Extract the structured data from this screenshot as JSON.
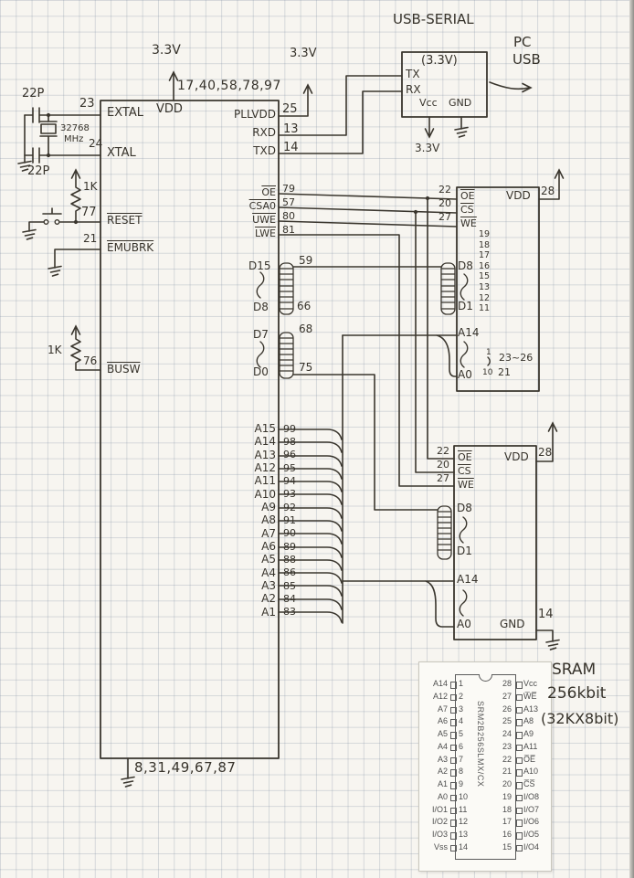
{
  "passives": {
    "cap_top": "22P",
    "cap_bot": "22P",
    "xtal_freq": "32768",
    "xtal_unit": "MHz",
    "reset_pullup": "1K",
    "busw_pullup": "1K"
  },
  "mcu": {
    "vdd_label": "VDD",
    "vdd_pins": "17,40,58,78,97",
    "vdd_rail": "3.3V",
    "gnd_pins": "8,31,49,67,87",
    "extal": {
      "num": "23",
      "label": "EXTAL"
    },
    "xtal": {
      "num": "24",
      "label": "XTAL"
    },
    "reset": {
      "num": "77",
      "label": "RESET"
    },
    "emubrk": {
      "num": "21",
      "label": "EMUBRK"
    },
    "busw": {
      "num": "76",
      "label": "BUSW"
    },
    "pllvdd": {
      "num": "25",
      "label": "PLLVDD",
      "rail": "3.3V"
    },
    "rxd": {
      "num": "13",
      "label": "RXD"
    },
    "txd": {
      "num": "14",
      "label": "TXD"
    },
    "oe": {
      "num": "79",
      "label": "OE"
    },
    "csa0": {
      "num": "57",
      "label": "CSA0"
    },
    "uwe": {
      "num": "80",
      "label": "UWE"
    },
    "lwe": {
      "num": "81",
      "label": "LWE"
    },
    "dhigh": {
      "top_label": "D15",
      "top_num": "59",
      "bot_label": "D8",
      "bot_num": "66"
    },
    "dlow": {
      "top_label": "D7",
      "top_num": "68",
      "bot_label": "D0",
      "bot_num": "75"
    },
    "addr": [
      {
        "label": "A15",
        "num": "99"
      },
      {
        "label": "A14",
        "num": "98"
      },
      {
        "label": "A13",
        "num": "96"
      },
      {
        "label": "A12",
        "num": "95"
      },
      {
        "label": "A11",
        "num": "94"
      },
      {
        "label": "A10",
        "num": "93"
      },
      {
        "label": "A9",
        "num": "92"
      },
      {
        "label": "A8",
        "num": "91"
      },
      {
        "label": "A7",
        "num": "90"
      },
      {
        "label": "A6",
        "num": "89"
      },
      {
        "label": "A5",
        "num": "88"
      },
      {
        "label": "A4",
        "num": "86"
      },
      {
        "label": "A3",
        "num": "85"
      },
      {
        "label": "A2",
        "num": "84"
      },
      {
        "label": "A1",
        "num": "83"
      }
    ]
  },
  "usb": {
    "title": "USB-SERIAL",
    "voltage_note": "(3.3V)",
    "tx": "TX",
    "rx": "RX",
    "vcc": "Vcc",
    "gnd": "GND",
    "vcc_rail": "3.3V",
    "dest_line1": "PC",
    "dest_line2": "USB"
  },
  "sram_hi": {
    "oe": {
      "num": "22",
      "label": "OE"
    },
    "cs": {
      "num": "20",
      "label": "CS"
    },
    "we": {
      "num": "27",
      "label": "WE"
    },
    "vdd": {
      "num": "28",
      "label": "VDD"
    },
    "d_top": "D8",
    "d_bot": "D1",
    "d_nums": [
      "19",
      "18",
      "17",
      "16",
      "15",
      "13",
      "12",
      "11"
    ],
    "a_top": "A14",
    "a_bot": "A0",
    "a_num_first": "1",
    "a_num_last": "10",
    "a_nums_right_top": "23~26",
    "a_nums_right_bot": "21"
  },
  "sram_lo": {
    "oe": {
      "num": "22",
      "label": "OE"
    },
    "cs": {
      "num": "20",
      "label": "CS"
    },
    "we": {
      "num": "27",
      "label": "WE"
    },
    "vdd": {
      "num": "28",
      "label": "VDD"
    },
    "d_top": "D8",
    "d_bot": "D1",
    "a_top": "A14",
    "a_bot": "A0",
    "gnd": {
      "num": "14",
      "label": "GND"
    }
  },
  "dip": {
    "part_number": "SRM2B256SLMX/CX",
    "rows": [
      {
        "l": "A14",
        "ln": "1",
        "rn": "28",
        "r": "Vcc"
      },
      {
        "l": "A12",
        "ln": "2",
        "rn": "27",
        "r": "W̅E̅"
      },
      {
        "l": "A7",
        "ln": "3",
        "rn": "26",
        "r": "A13"
      },
      {
        "l": "A6",
        "ln": "4",
        "rn": "25",
        "r": "A8"
      },
      {
        "l": "A5",
        "ln": "5",
        "rn": "24",
        "r": "A9"
      },
      {
        "l": "A4",
        "ln": "6",
        "rn": "23",
        "r": "A11"
      },
      {
        "l": "A3",
        "ln": "7",
        "rn": "22",
        "r": "O̅E̅"
      },
      {
        "l": "A2",
        "ln": "8",
        "rn": "21",
        "r": "A10"
      },
      {
        "l": "A1",
        "ln": "9",
        "rn": "20",
        "r": "C̅S̅"
      },
      {
        "l": "A0",
        "ln": "10",
        "rn": "19",
        "r": "I/O8"
      },
      {
        "l": "I/O1",
        "ln": "11",
        "rn": "18",
        "r": "I/O7"
      },
      {
        "l": "I/O2",
        "ln": "12",
        "rn": "17",
        "r": "I/O6"
      },
      {
        "l": "I/O3",
        "ln": "13",
        "rn": "16",
        "r": "I/O5"
      },
      {
        "l": "Vss",
        "ln": "14",
        "rn": "15",
        "r": "I/O4"
      }
    ],
    "notes": [
      "SRAM",
      "256kbit",
      "(32KX8bit)"
    ]
  }
}
